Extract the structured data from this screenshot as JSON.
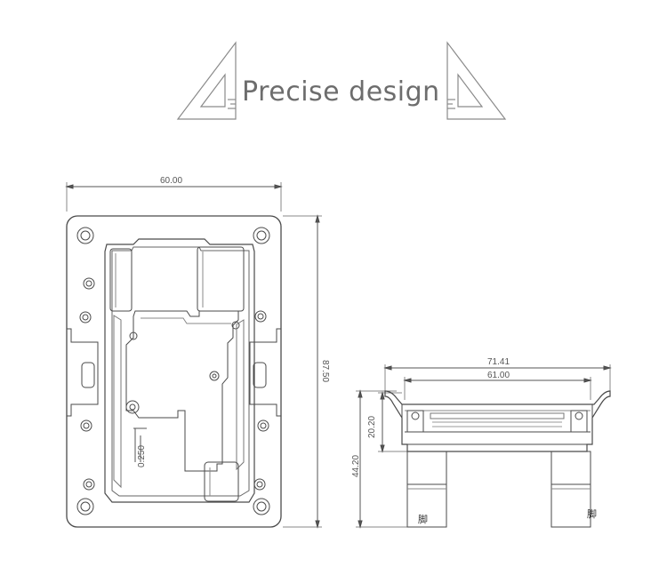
{
  "header": {
    "title": "Precise design"
  },
  "front_view": {
    "width_dim": "60.00",
    "height_dim": "87.50",
    "detail_dim": "0.250"
  },
  "side_view": {
    "overall_width_dim": "71.41",
    "inner_width_dim": "61.00",
    "body_height_dim": "20.20",
    "total_height_dim": "44.20",
    "leg_label_left": "脚",
    "leg_label_right": "脚"
  },
  "colors": {
    "line": "#4a4a4a",
    "light_line": "#9a9a9a",
    "heading": "#6d6d6d"
  }
}
